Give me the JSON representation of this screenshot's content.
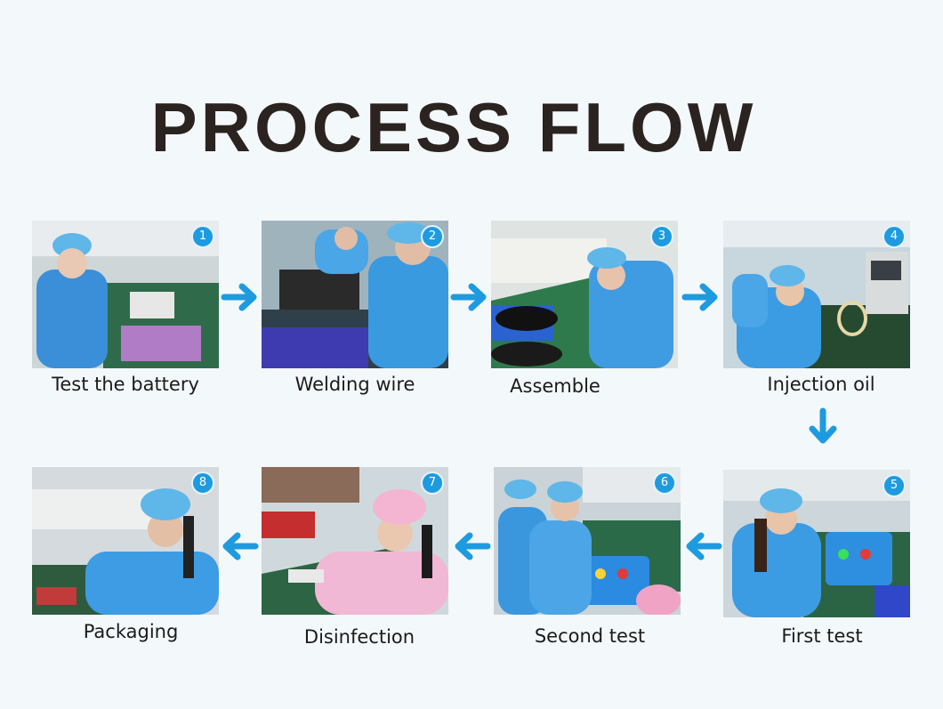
{
  "title": "PROCESS FLOW",
  "accent_color": "#1e9be0",
  "steps": [
    {
      "number": "1",
      "label": "Test the battery"
    },
    {
      "number": "2",
      "label": "Welding wire"
    },
    {
      "number": "3",
      "label": "Assemble"
    },
    {
      "number": "4",
      "label": "Injection oil"
    },
    {
      "number": "5",
      "label": "First test"
    },
    {
      "number": "6",
      "label": "Second test"
    },
    {
      "number": "7",
      "label": "Disinfection"
    },
    {
      "number": "8",
      "label": "Packaging"
    }
  ],
  "arrows": [
    "arrow-right-icon",
    "arrow-right-icon",
    "arrow-right-icon",
    "arrow-down-icon",
    "arrow-left-icon",
    "arrow-left-icon",
    "arrow-left-icon"
  ]
}
